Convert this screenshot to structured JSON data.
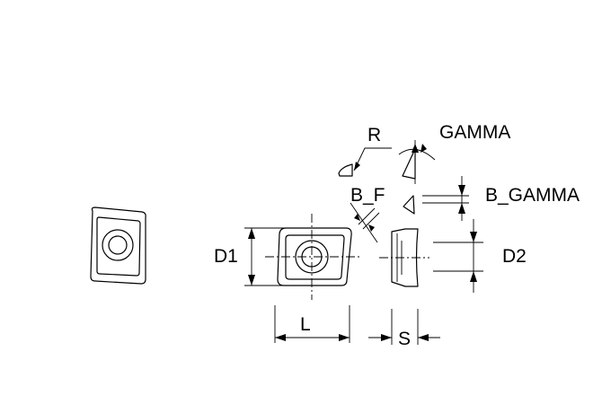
{
  "labels": {
    "r": "R",
    "gamma": "GAMMA",
    "b_f": "B_F",
    "b_gamma": "B_GAMMA",
    "d1": "D1",
    "d2": "D2",
    "l": "L",
    "s": "S"
  }
}
